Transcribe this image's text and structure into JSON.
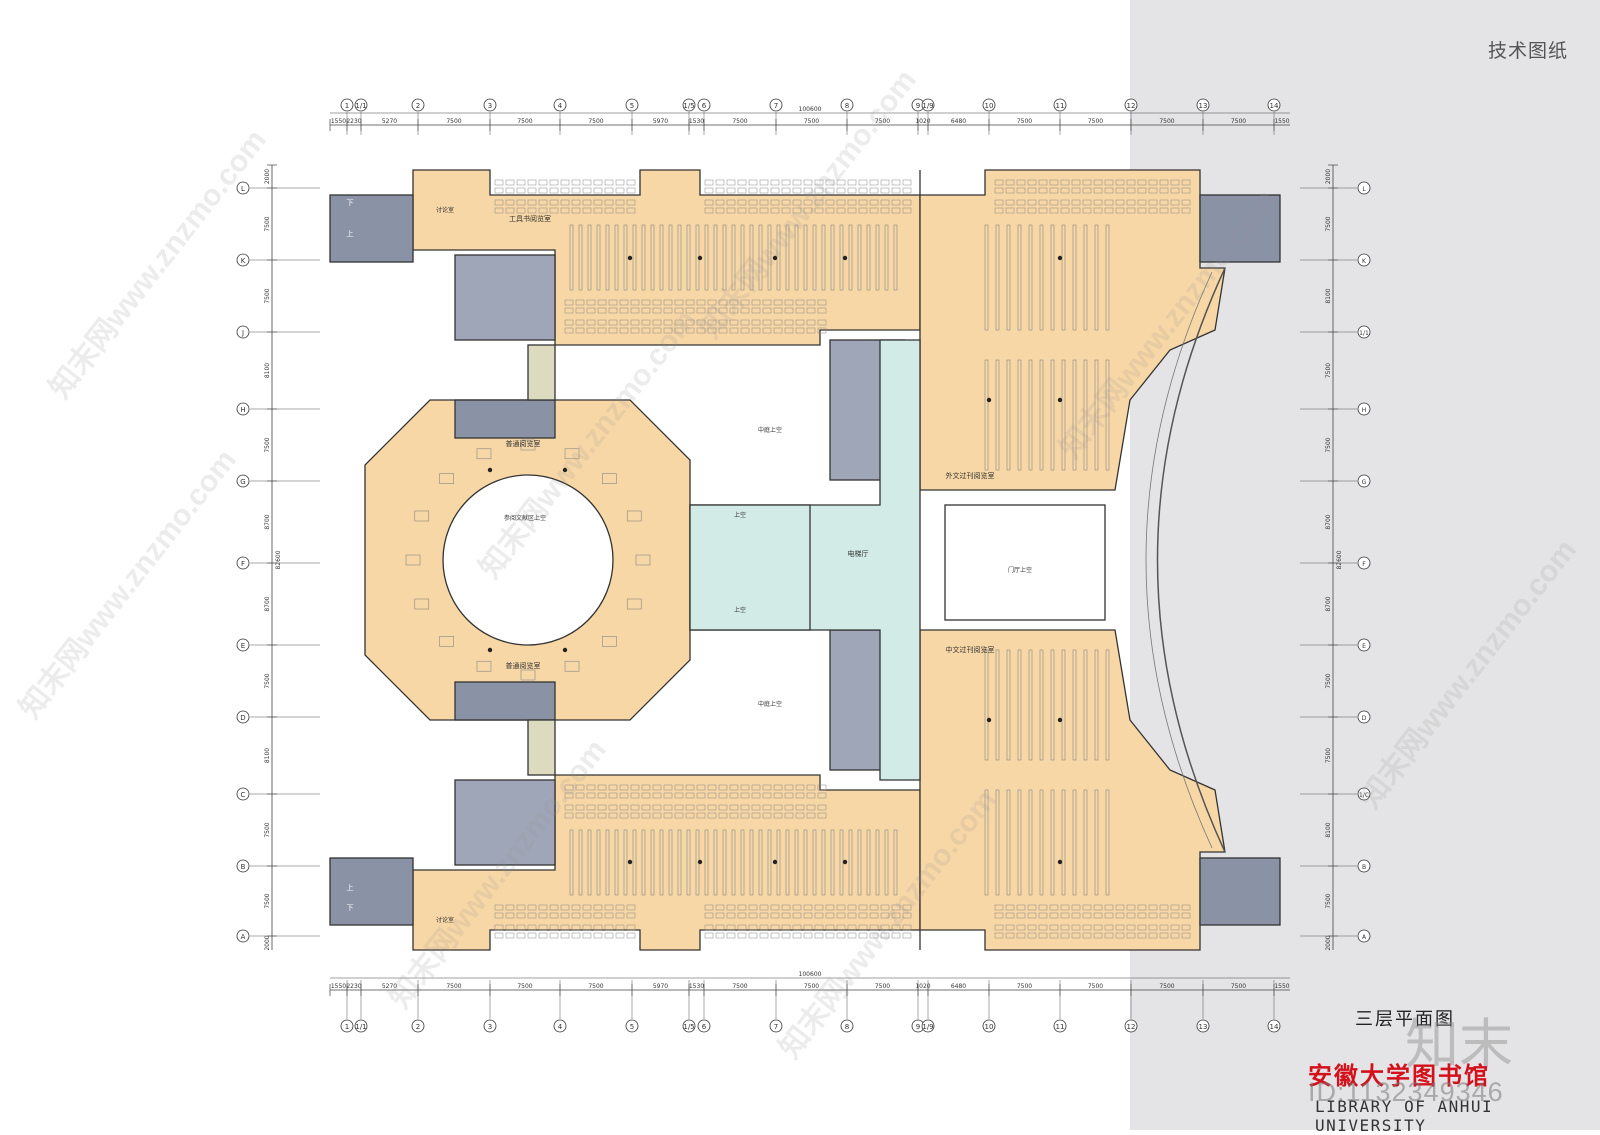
{
  "header": {
    "label": "技术图纸"
  },
  "plan": {
    "title": "三层平面图",
    "library_cn": "安徽大学图书馆",
    "library_en": "LIBRARY OF ANHUI UNIVERSITY",
    "total_width_dim": "100600",
    "total_depth_dim": "82600"
  },
  "watermark": {
    "site": "知末网www.znzmo.com",
    "id": "ID:1132349346",
    "logo": "知末"
  },
  "grid": {
    "cols": [
      "1",
      "1/1",
      "2",
      "3",
      "4",
      "5",
      "1/5",
      "6",
      "7",
      "8",
      "9",
      "1/9",
      "10",
      "11",
      "12",
      "13",
      "14"
    ],
    "rows": [
      "L",
      "K",
      "J",
      "H",
      "G",
      "F",
      "E",
      "D",
      "C",
      "B",
      "A"
    ],
    "rows_right": [
      "L",
      "K",
      "1/1",
      "H",
      "G",
      "F",
      "E",
      "D",
      "1/C",
      "B",
      "A"
    ],
    "col_dims": [
      "1550",
      "2230",
      "5270",
      "7500",
      "7500",
      "7500",
      "5970",
      "1530",
      "7500",
      "7500",
      "7500",
      "1020",
      "6480",
      "7500",
      "7500",
      "7500",
      "7500",
      "1550"
    ],
    "row_dims_left": [
      "2000",
      "7500",
      "7500",
      "8100",
      "7500",
      "8700",
      "8700",
      "7500",
      "8100",
      "7500",
      "7500",
      "2000"
    ],
    "row_dims_right": [
      "2000",
      "7500",
      "8100",
      "7500",
      "7500",
      "8700",
      "8700",
      "7500",
      "7500",
      "8100",
      "7500",
      "2000"
    ]
  },
  "rooms": {
    "reading_tool": "工具书阅览室",
    "reading_general_top": "普通阅览室",
    "reading_general_bottom": "普通阅览室",
    "atrium_top": "中庭上空",
    "atrium_bottom": "中庭上空",
    "foreign_periodicals": "外文过刊阅览室",
    "chinese_periodicals": "中文过刊阅览室",
    "elevator_hall": "电梯厅",
    "entrance_void": "门厅上空",
    "reference_void": "参阅文献区上空",
    "bridge_top": "上空",
    "bridge_bottom": "上空",
    "discussion": "讨论室",
    "stair_up": "上",
    "stair_down": "下"
  },
  "colors": {
    "reading": "#f8d7a6",
    "corridor": "#dcdbc0",
    "hall": "#d2ebe6",
    "service": "#9fa6b8",
    "stair": "#8a92a6",
    "wall": "#333333",
    "desk": "#888888"
  }
}
